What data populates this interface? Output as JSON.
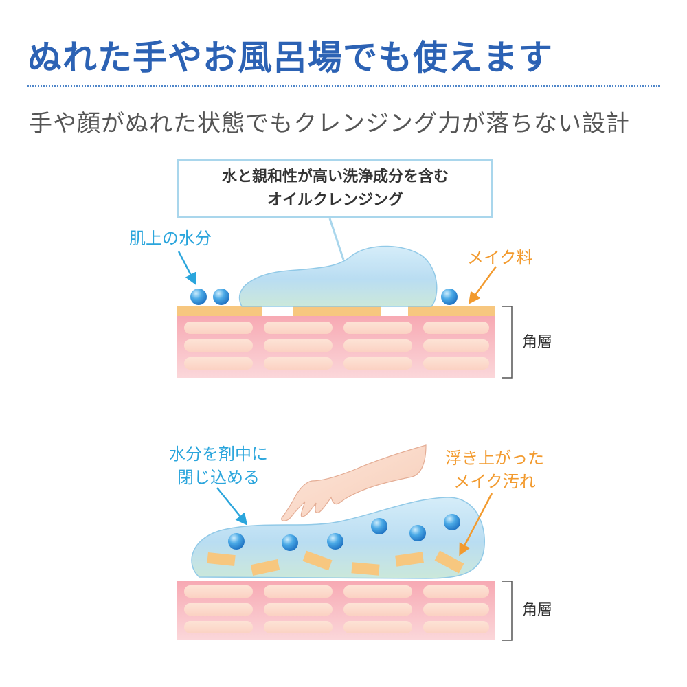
{
  "heading": {
    "title": "ぬれた手やお風呂場でも使えます",
    "subtitle": "手や顔がぬれた状態でもクレンジング力が落ちない設計"
  },
  "top_diagram": {
    "callout_line1": "水と親和性が高い洗浄成分を含む",
    "callout_line2": "オイルクレンジング",
    "label_water": "肌上の水分",
    "label_makeup": "メイク料",
    "label_layer": "角層"
  },
  "bottom_diagram": {
    "label_water_line1": "水分を剤中に",
    "label_water_line2": "閉じ込める",
    "label_makeup_line1": "浮き上がった",
    "label_makeup_line2": "メイク汚れ",
    "label_layer": "角層"
  },
  "colors": {
    "title": "#2c62b4",
    "water_label": "#2aa5dc",
    "makeup_label": "#f29a2e",
    "skin": "#f4b1b6",
    "makeup_layer": "#f7c77f",
    "oil": "#bfe1f4"
  }
}
